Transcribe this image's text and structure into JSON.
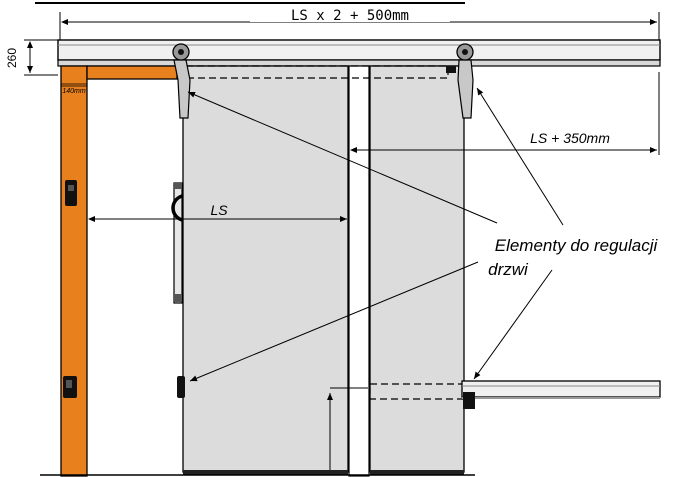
{
  "dimensions": {
    "total_length": "LS x 2 + 500mm",
    "rail_height": "260",
    "frame_width": "140mm",
    "door_offset": "LS + 350mm",
    "opening_width": "LS"
  },
  "callout": {
    "line1": "Elementy do regulacji",
    "line2": "drzwi"
  },
  "colors": {
    "frame": "#e8801e",
    "door_panel": "#dcdcdc",
    "rail": "#e9e9e9",
    "outline": "#000000"
  }
}
